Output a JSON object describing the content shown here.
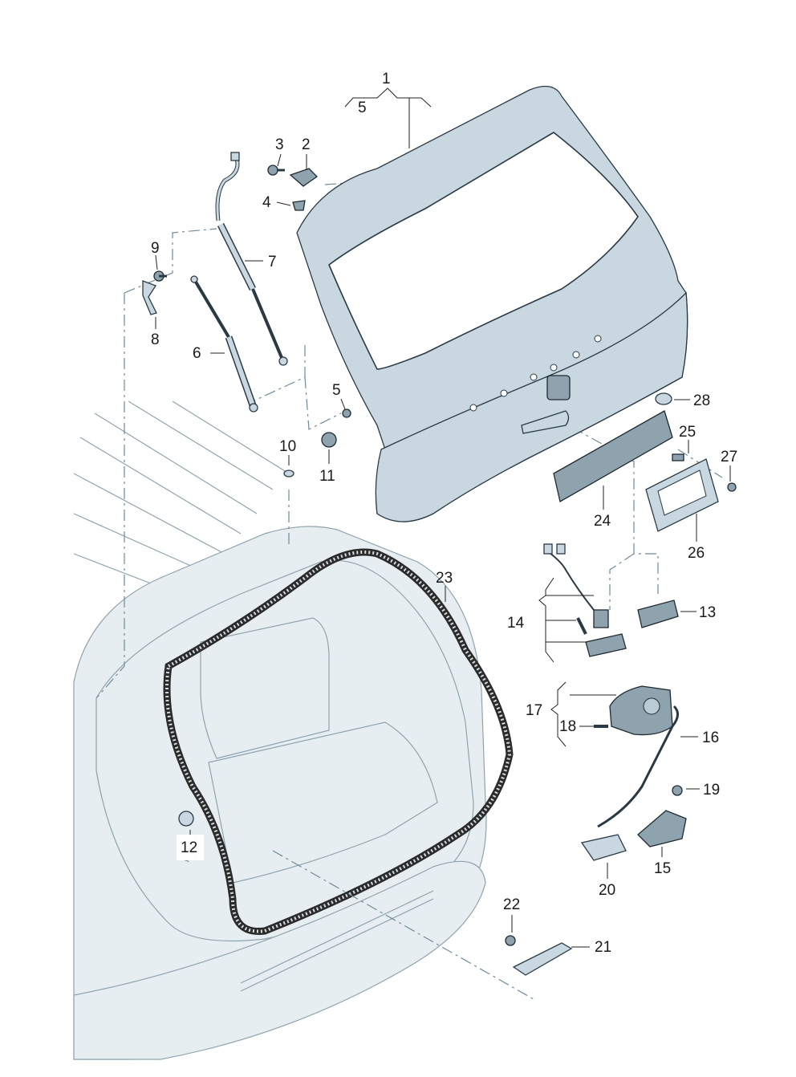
{
  "callouts": [
    {
      "id": "1",
      "label": "1"
    },
    {
      "id": "2",
      "label": "2"
    },
    {
      "id": "3",
      "label": "3"
    },
    {
      "id": "4",
      "label": "4"
    },
    {
      "id": "5a",
      "label": "5"
    },
    {
      "id": "5b",
      "label": "5"
    },
    {
      "id": "6",
      "label": "6"
    },
    {
      "id": "7",
      "label": "7"
    },
    {
      "id": "8",
      "label": "8"
    },
    {
      "id": "9",
      "label": "9"
    },
    {
      "id": "10",
      "label": "10"
    },
    {
      "id": "11",
      "label": "11"
    },
    {
      "id": "12",
      "label": "12"
    },
    {
      "id": "13",
      "label": "13"
    },
    {
      "id": "14",
      "label": "14"
    },
    {
      "id": "15",
      "label": "15"
    },
    {
      "id": "16",
      "label": "16"
    },
    {
      "id": "17",
      "label": "17"
    },
    {
      "id": "18",
      "label": "18"
    },
    {
      "id": "19",
      "label": "19"
    },
    {
      "id": "20",
      "label": "20"
    },
    {
      "id": "21",
      "label": "21"
    },
    {
      "id": "22",
      "label": "22"
    },
    {
      "id": "23",
      "label": "23"
    },
    {
      "id": "24",
      "label": "24"
    },
    {
      "id": "25",
      "label": "25"
    },
    {
      "id": "26",
      "label": "26"
    },
    {
      "id": "27",
      "label": "27"
    },
    {
      "id": "28",
      "label": "28"
    }
  ]
}
